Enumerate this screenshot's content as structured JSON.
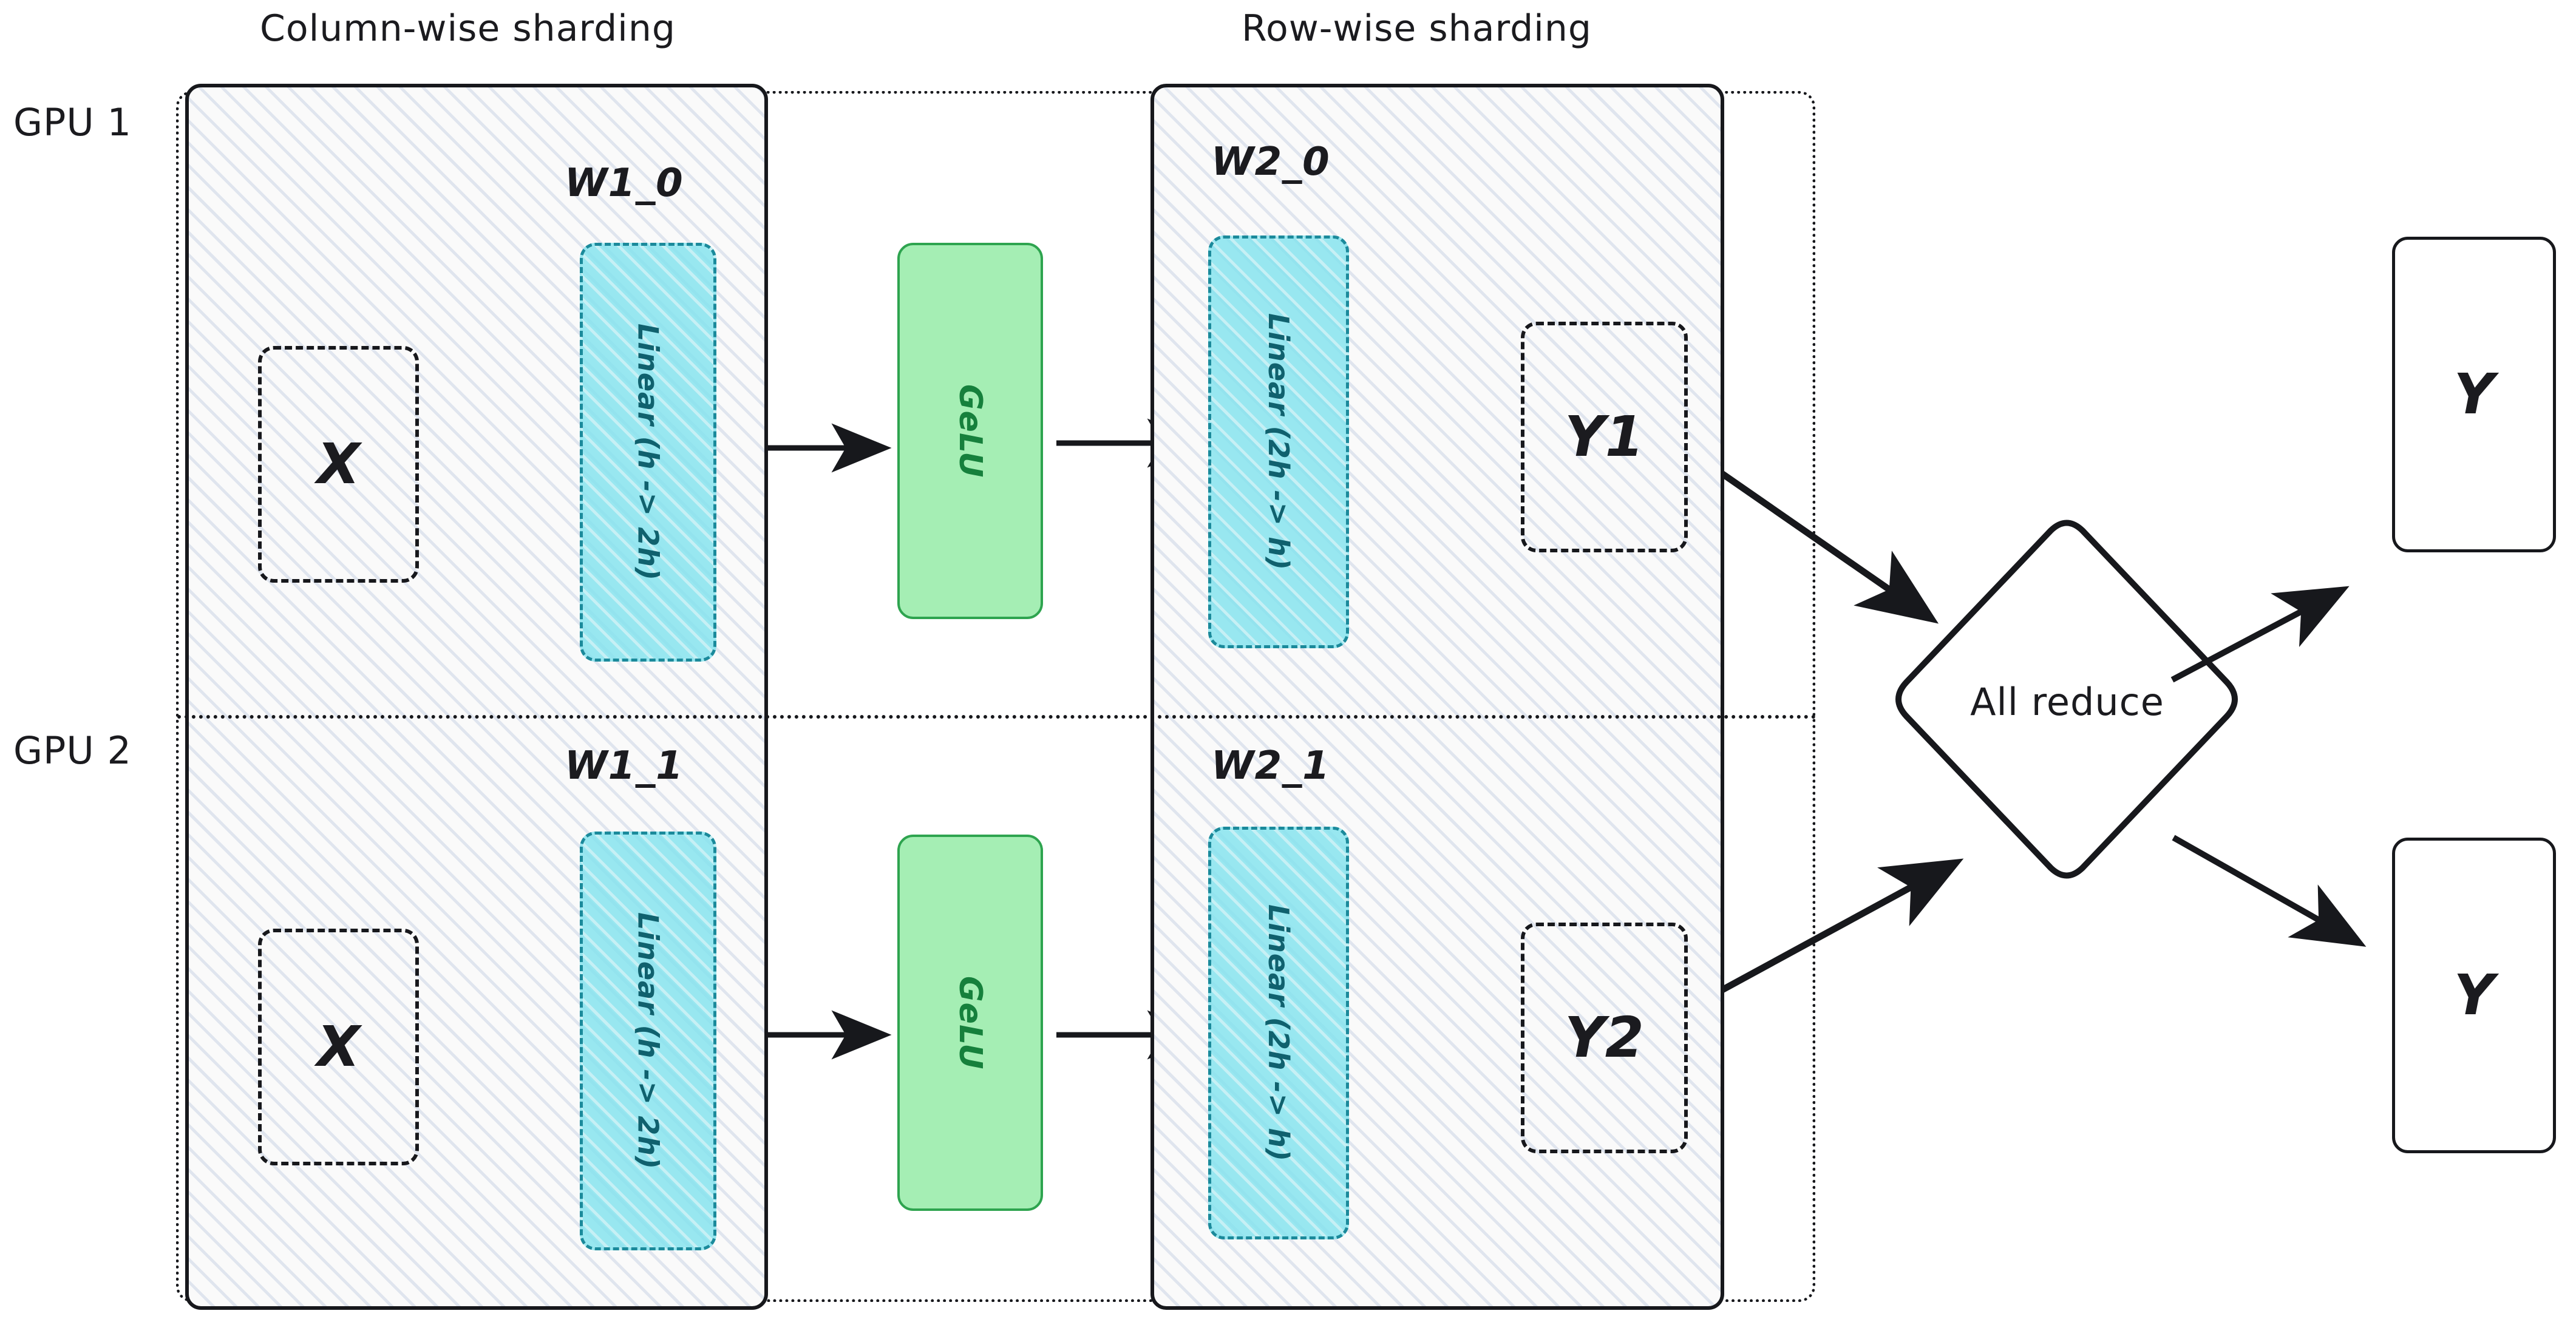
{
  "diagram": {
    "title_column": "Column-wise sharding",
    "title_row": "Row-wise sharding",
    "gpu_labels": [
      "GPU 1",
      "GPU 2"
    ],
    "colors": {
      "stroke": "#17181c",
      "linear_fill": "#80e2ed",
      "linear_stroke": "#1b8a9b",
      "linear_text": "#10616e",
      "gelu_fill": "#a5eeb4",
      "gelu_stroke": "#2ea44f",
      "gelu_text": "#16803c",
      "hatch_fill": "#fafafa",
      "hatch_line": "#dee4ee",
      "background": "#ffffff"
    },
    "shard_labels": {
      "w1_0": "W1_0",
      "w1_1": "W1_1",
      "w2_0": "W2_0",
      "w2_1": "W2_1"
    },
    "nodes": {
      "input_gpu1": "X",
      "input_gpu2": "X",
      "linear1_gpu1": "Linear (h -> 2h)",
      "linear1_gpu2": "Linear (h -> 2h)",
      "gelu_gpu1": "GeLU",
      "gelu_gpu2": "GeLU",
      "linear2_gpu1": "Linear (2h -> h)",
      "linear2_gpu2": "Linear (2h -> h)",
      "partial_gpu1": "Y1",
      "partial_gpu2": "Y2",
      "allreduce": "All reduce",
      "output_top": "Y",
      "output_bottom": "Y"
    }
  }
}
